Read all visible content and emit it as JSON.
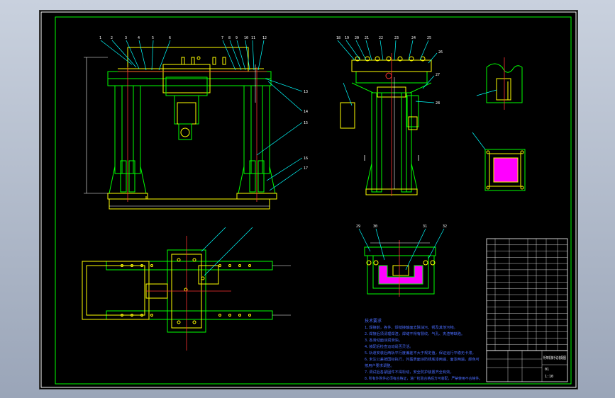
{
  "viewer": {
    "background": "#b4bdcc",
    "sheet_background": "#000000"
  },
  "colors": {
    "frame": "#ffffff",
    "inner_frame": "#00ff00",
    "part_green": "#00ff00",
    "part_yellow": "#ffff00",
    "centerline_red": "#ff3333",
    "leader_cyan": "#00ffff",
    "hatch_magenta": "#ff00ff",
    "note_blue": "#4a6cff",
    "text_white": "#ffffff"
  },
  "balloons": {
    "front": [
      "1",
      "2",
      "3",
      "4",
      "5",
      "6",
      "7",
      "8",
      "9",
      "10",
      "11",
      "12",
      "13",
      "14",
      "15",
      "16",
      "17"
    ],
    "side": [
      "18",
      "19",
      "20",
      "21",
      "22",
      "23",
      "24",
      "25",
      "26",
      "27",
      "28"
    ],
    "section": [
      "29",
      "30",
      "31",
      "32"
    ]
  },
  "notes": {
    "heading": "技术要求",
    "lines": [
      "1.焊接前，各件、焊缝接触面去除油污、锈及其他污物。",
      "2.焊接后须清理焊渣，焊缝不得有裂纹、气孔、夹渣等缺陷。",
      "3.各滑动面涂润滑油。",
      "4.装配后检查运动是否灵活。",
      "5.轨道安装后两轨平行度偏差不大于规定值，保证运行平稳无卡滞。",
      "6.未注公差按国标执行，外露表面涂防锈底漆两遍、面漆两遍，颜色可",
      "  按用户要求调整。",
      "7.调试后各紧固件不得松动，安全防护装置齐全有效。",
      "8.所有外购件必须有合格证，进厂检验合格后方可装配，严禁使用不合格件。"
    ]
  },
  "title_block": {
    "title": "桁架机械手总装配图",
    "drawing_no": "01",
    "scale": "1:10",
    "rows": 18
  }
}
